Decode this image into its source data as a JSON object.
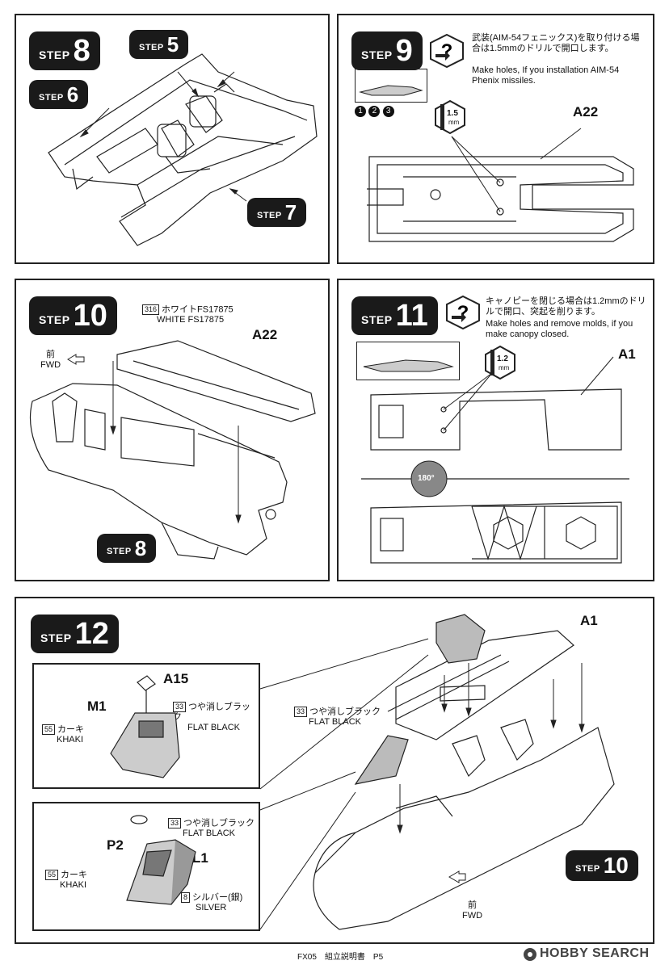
{
  "steps": {
    "s8": {
      "word": "STEP",
      "num": "8",
      "refs": [
        {
          "word": "STEP",
          "num": "5"
        },
        {
          "word": "STEP",
          "num": "6"
        },
        {
          "word": "STEP",
          "num": "7"
        }
      ]
    },
    "s9": {
      "word": "STEP",
      "num": "9",
      "note_jp": "武装(AIM-54フェニックス)を取り付ける場合は1.5mmのドリルで開口します。",
      "note_en": "Make holes, If you installation AIM-54 Phenix missiles.",
      "drill": "1.5",
      "drill_unit": "mm",
      "options": [
        "1",
        "2",
        "3"
      ],
      "part": "A22"
    },
    "s10": {
      "word": "STEP",
      "num": "10",
      "color_num": "316",
      "color_jp": "ホワイトFS17875",
      "color_en": "WHITE FS17875",
      "part": "A22",
      "fwd_jp": "前",
      "fwd_en": "FWD",
      "ref": {
        "word": "STEP",
        "num": "8"
      }
    },
    "s11": {
      "word": "STEP",
      "num": "11",
      "note_jp": "キャノピーを閉じる場合は1.2mmのドリルで開口、突起を削ります。",
      "note_en": "Make holes and remove molds, if you make canopy closed.",
      "drill": "1.2",
      "drill_unit": "mm",
      "part": "A1",
      "rotate": "180°"
    },
    "s12": {
      "word": "STEP",
      "num": "12",
      "part": "A1",
      "ref": {
        "word": "STEP",
        "num": "10"
      },
      "fwd_jp": "前",
      "fwd_en": "FWD",
      "flat_black_num": "33",
      "flat_black_jp": "つや消しブラック",
      "flat_black_en": "FLAT BLACK",
      "inset1": {
        "a15": "A15",
        "m1": "M1",
        "c1_num": "33",
        "c1_jp": "つや消しブラック",
        "c1_en": "FLAT BLACK",
        "c2_num": "55",
        "c2_jp": "カーキ",
        "c2_en": "KHAKI"
      },
      "inset2": {
        "p2": "P2",
        "l1": "L1",
        "c1_num": "33",
        "c1_jp": "つや消しブラック",
        "c1_en": "FLAT BLACK",
        "c2_num": "55",
        "c2_jp": "カーキ",
        "c2_en": "KHAKI",
        "c3_num": "8",
        "c3_jp": "シルバー(銀)",
        "c3_en": "SILVER"
      }
    }
  },
  "footer": {
    "text": "FX05　組立説明書　P5",
    "brand": "HOBBY SEARCH"
  }
}
